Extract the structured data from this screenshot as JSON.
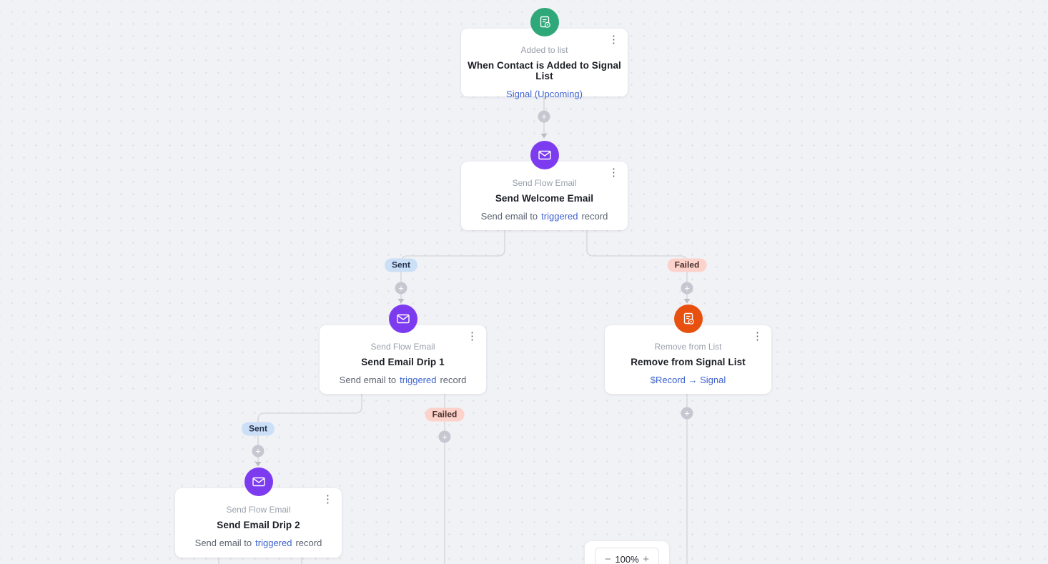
{
  "flow": {
    "nodes": [
      {
        "id": "trigger-added-to-list",
        "icon": "list-added-icon",
        "icon_color": "#2ea878",
        "category": "Added to list",
        "title": "When Contact is Added to Signal List",
        "link": "Signal (Upcoming)"
      },
      {
        "id": "send-welcome-email",
        "icon": "email-icon",
        "icon_color": "#7d3bf0",
        "category": "Send Flow Email",
        "title": "Send Welcome Email",
        "body_prefix": "Send email to",
        "body_highlight": "triggered",
        "body_suffix": "record"
      },
      {
        "id": "send-email-drip-1",
        "icon": "email-icon",
        "icon_color": "#7d3bf0",
        "category": "Send Flow Email",
        "title": "Send Email Drip 1",
        "body_prefix": "Send email to",
        "body_highlight": "triggered",
        "body_suffix": "record"
      },
      {
        "id": "remove-from-signal-list",
        "icon": "list-remove-icon",
        "icon_color": "#e8500f",
        "category": "Remove from List",
        "title": "Remove from Signal List",
        "link": "$Record → Signal"
      },
      {
        "id": "send-email-drip-2",
        "icon": "email-icon",
        "icon_color": "#7d3bf0",
        "category": "Send Flow Email",
        "title": "Send Email Drip 2",
        "body_prefix": "Send email to",
        "body_highlight": "triggered",
        "body_suffix": "record"
      }
    ],
    "branch_labels": {
      "sent": "Sent",
      "failed": "Failed"
    }
  },
  "icons": {
    "kebab_menu": "⋮",
    "connector_plus": "+"
  },
  "zoom_control": {
    "zoom_out": "−",
    "level": "100%",
    "zoom_in": "+"
  },
  "colors": {
    "canvas_bg": "#f1f2f6",
    "sent_badge_bg": "#cbdff7",
    "failed_badge_bg": "#fcd2cb",
    "link_blue": "#3e64cf",
    "trigger_green": "#2ea878",
    "email_purple": "#7d3bf0",
    "remove_orange": "#e8500f",
    "connector_gray": "#d7d9de"
  }
}
